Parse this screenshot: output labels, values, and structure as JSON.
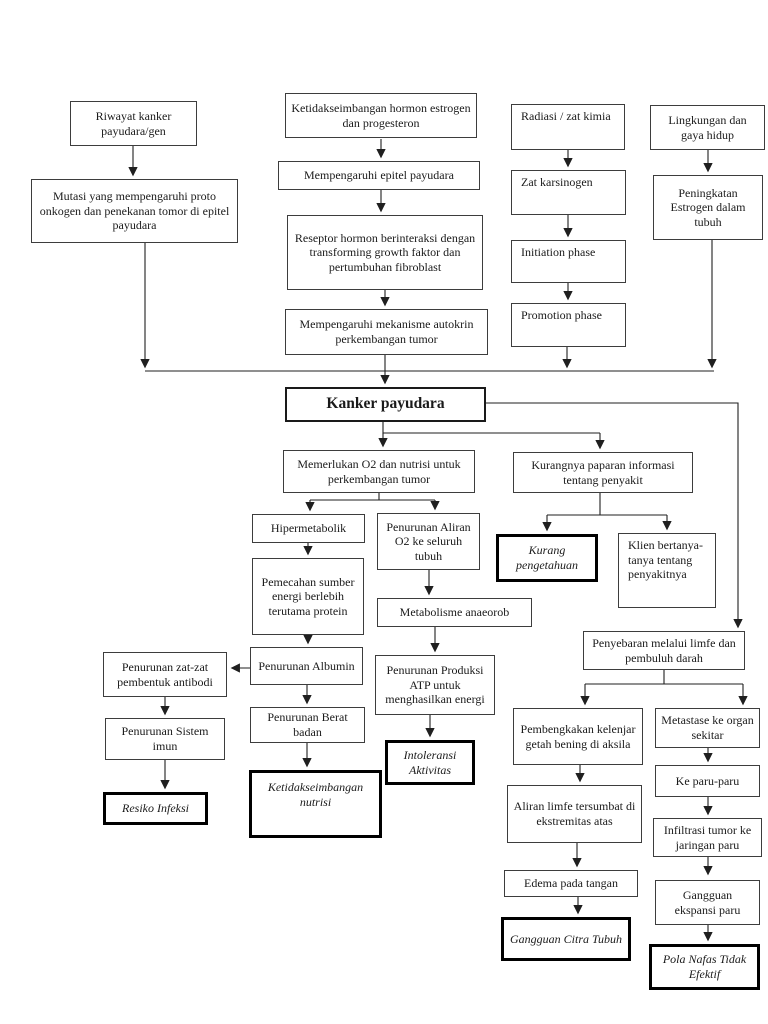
{
  "diagram": {
    "title": "Kanker payudara",
    "accent_color": "#000000",
    "background_color": "#ffffff",
    "nodes": {
      "riwayat": {
        "label": "Riwayat kanker payudara/gen"
      },
      "mutasi": {
        "label": "Mutasi yang mempengaruhi proto onkogen dan penekanan tomor di epitel payudara"
      },
      "hormon": {
        "label": "Ketidakseimbangan hormon estrogen dan progesteron"
      },
      "epitel": {
        "label": "Mempengaruhi epitel payudara"
      },
      "reseptor": {
        "label": "Reseptor hormon berinteraksi dengan transforming growth faktor dan pertumbuhan fibroblast"
      },
      "autokrin": {
        "label": "Mempengaruhi mekanisme autokrin perkembangan tumor"
      },
      "radiasi": {
        "label": "Radiasi / zat kimia"
      },
      "karsinogen": {
        "label": "Zat karsinogen"
      },
      "initiation": {
        "label": "Initiation phase"
      },
      "promotion": {
        "label": "Promotion phase"
      },
      "lingkungan": {
        "label": "Lingkungan dan gaya hidup"
      },
      "peningkatan": {
        "label": "Peningkatan Estrogen dalam tubuh"
      },
      "kanker": {
        "label": "Kanker payudara"
      },
      "memerlukan": {
        "label": "Memerlukan O2 dan nutrisi untuk perkembangan tumor"
      },
      "kurangnya": {
        "label": "Kurangnya paparan informasi tentang penyakit"
      },
      "hipermetabolik": {
        "label": "Hipermetabolik"
      },
      "aliran": {
        "label": "Penurunan Aliran O2 ke seluruh tubuh"
      },
      "kurang_pengetahuan": {
        "label": "Kurang pengetahuan"
      },
      "klien": {
        "label": "Klien bertanya-tanya tentang penyakitnya"
      },
      "pemecahan": {
        "label": "Pemecahan sumber energi berlebih terutama protein"
      },
      "metabolisme": {
        "label": "Metabolisme anaeorob"
      },
      "penyebaran": {
        "label": "Penyebaran melalui limfe dan pembuluh darah"
      },
      "antibodi": {
        "label": "Penurunan zat-zat pembentuk antibodi"
      },
      "albumin": {
        "label": "Penurunan Albumin"
      },
      "atp": {
        "label": "Penurunan Produksi ATP untuk menghasilkan energi"
      },
      "sistem_imun": {
        "label": "Penurunan Sistem imun"
      },
      "berat": {
        "label": "Penurunan Berat badan"
      },
      "pembengkakan": {
        "label": "Pembengkakan kelenjar getah bening di aksila"
      },
      "metastase": {
        "label": "Metastase ke organ sekitar"
      },
      "intoleransi": {
        "label": "Intoleransi Aktivitas"
      },
      "ke_paru": {
        "label": "Ke paru-paru"
      },
      "resiko": {
        "label": "Resiko Infeksi"
      },
      "ketidakseimbangan": {
        "label": "Ketidakseimbangan nutrisi"
      },
      "aliran_limfe": {
        "label": "Aliran limfe tersumbat di ekstremitas atas"
      },
      "infiltrasi": {
        "label": "Infiltrasi tumor ke jaringan paru"
      },
      "edema": {
        "label": "Edema pada tangan"
      },
      "ekspansi": {
        "label": "Gangguan ekspansi paru"
      },
      "citra": {
        "label": "Gangguan Citra Tubuh"
      },
      "pola_nafas": {
        "label": "Pola Nafas Tidak Efektif"
      }
    }
  }
}
